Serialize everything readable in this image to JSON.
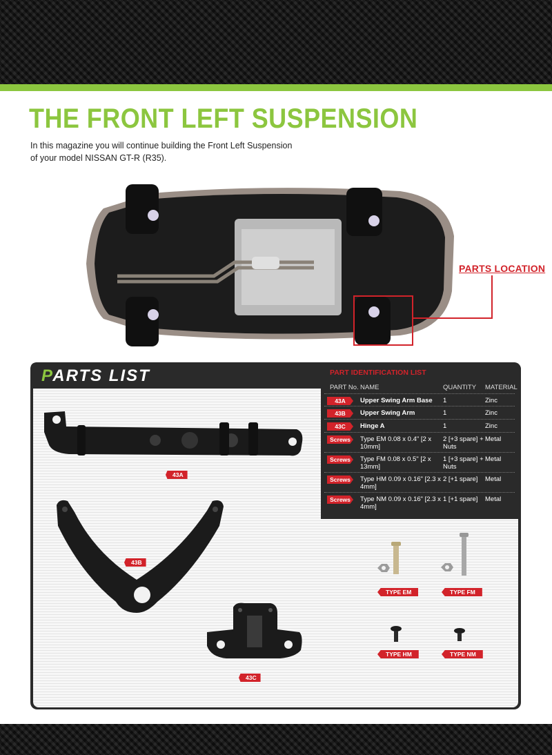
{
  "page": {
    "title": "THE FRONT LEFT SUSPENSION",
    "intro": "In this magazine you will continue building the Front Left Suspension of your model NISSAN GT-R (R35)."
  },
  "car_image": {
    "parts_location_label": "PARTS LOCATION"
  },
  "parts_list": {
    "title_first": "P",
    "title_rest": "ARTS LIST",
    "identification": {
      "heading": "PART IDENTIFICATION LIST",
      "columns": {
        "part_no": "PART No.",
        "name": "NAME",
        "quantity": "QUANTITY",
        "material": "MATERIAL"
      },
      "rows": [
        {
          "part_no": "43A",
          "name": "Upper Swing Arm Base",
          "quantity": "1",
          "material": "Zinc"
        },
        {
          "part_no": "43B",
          "name": "Upper Swing Arm",
          "quantity": "1",
          "material": "Zinc"
        },
        {
          "part_no": "43C",
          "name": "Hinge A",
          "quantity": "1",
          "material": "Zinc"
        },
        {
          "part_no": "Screws",
          "name": "Type EM  0.08 x 0.4\" [2 x 10mm]",
          "quantity": "2 [+3 spare] + Nuts",
          "material": "Metal"
        },
        {
          "part_no": "Screws",
          "name": "Type FM  0.08 x 0.5\" [2 x 13mm]",
          "quantity": "1 [+3 spare] + Nuts",
          "material": "Metal"
        },
        {
          "part_no": "Screws",
          "name": "Type HM  0.09 x 0.16\" [2.3 x 4mm]",
          "quantity": "2 [+1 spare]",
          "material": "Metal"
        },
        {
          "part_no": "Screws",
          "name": "Type NM  0.09 x 0.16\" [2.3 x 4mm]",
          "quantity": "1 [+1 spare]",
          "material": "Metal"
        }
      ]
    },
    "labels": {
      "part_43a": "43A",
      "part_43b": "43B",
      "part_43c": "43C",
      "type_em": "TYPE EM",
      "type_fm": "TYPE FM",
      "type_hm": "TYPE HM",
      "type_nm": "TYPE NM"
    }
  },
  "colors": {
    "accent_green": "#8cc63f",
    "accent_red": "#d2232a",
    "panel_dark": "#2a2a2a"
  }
}
